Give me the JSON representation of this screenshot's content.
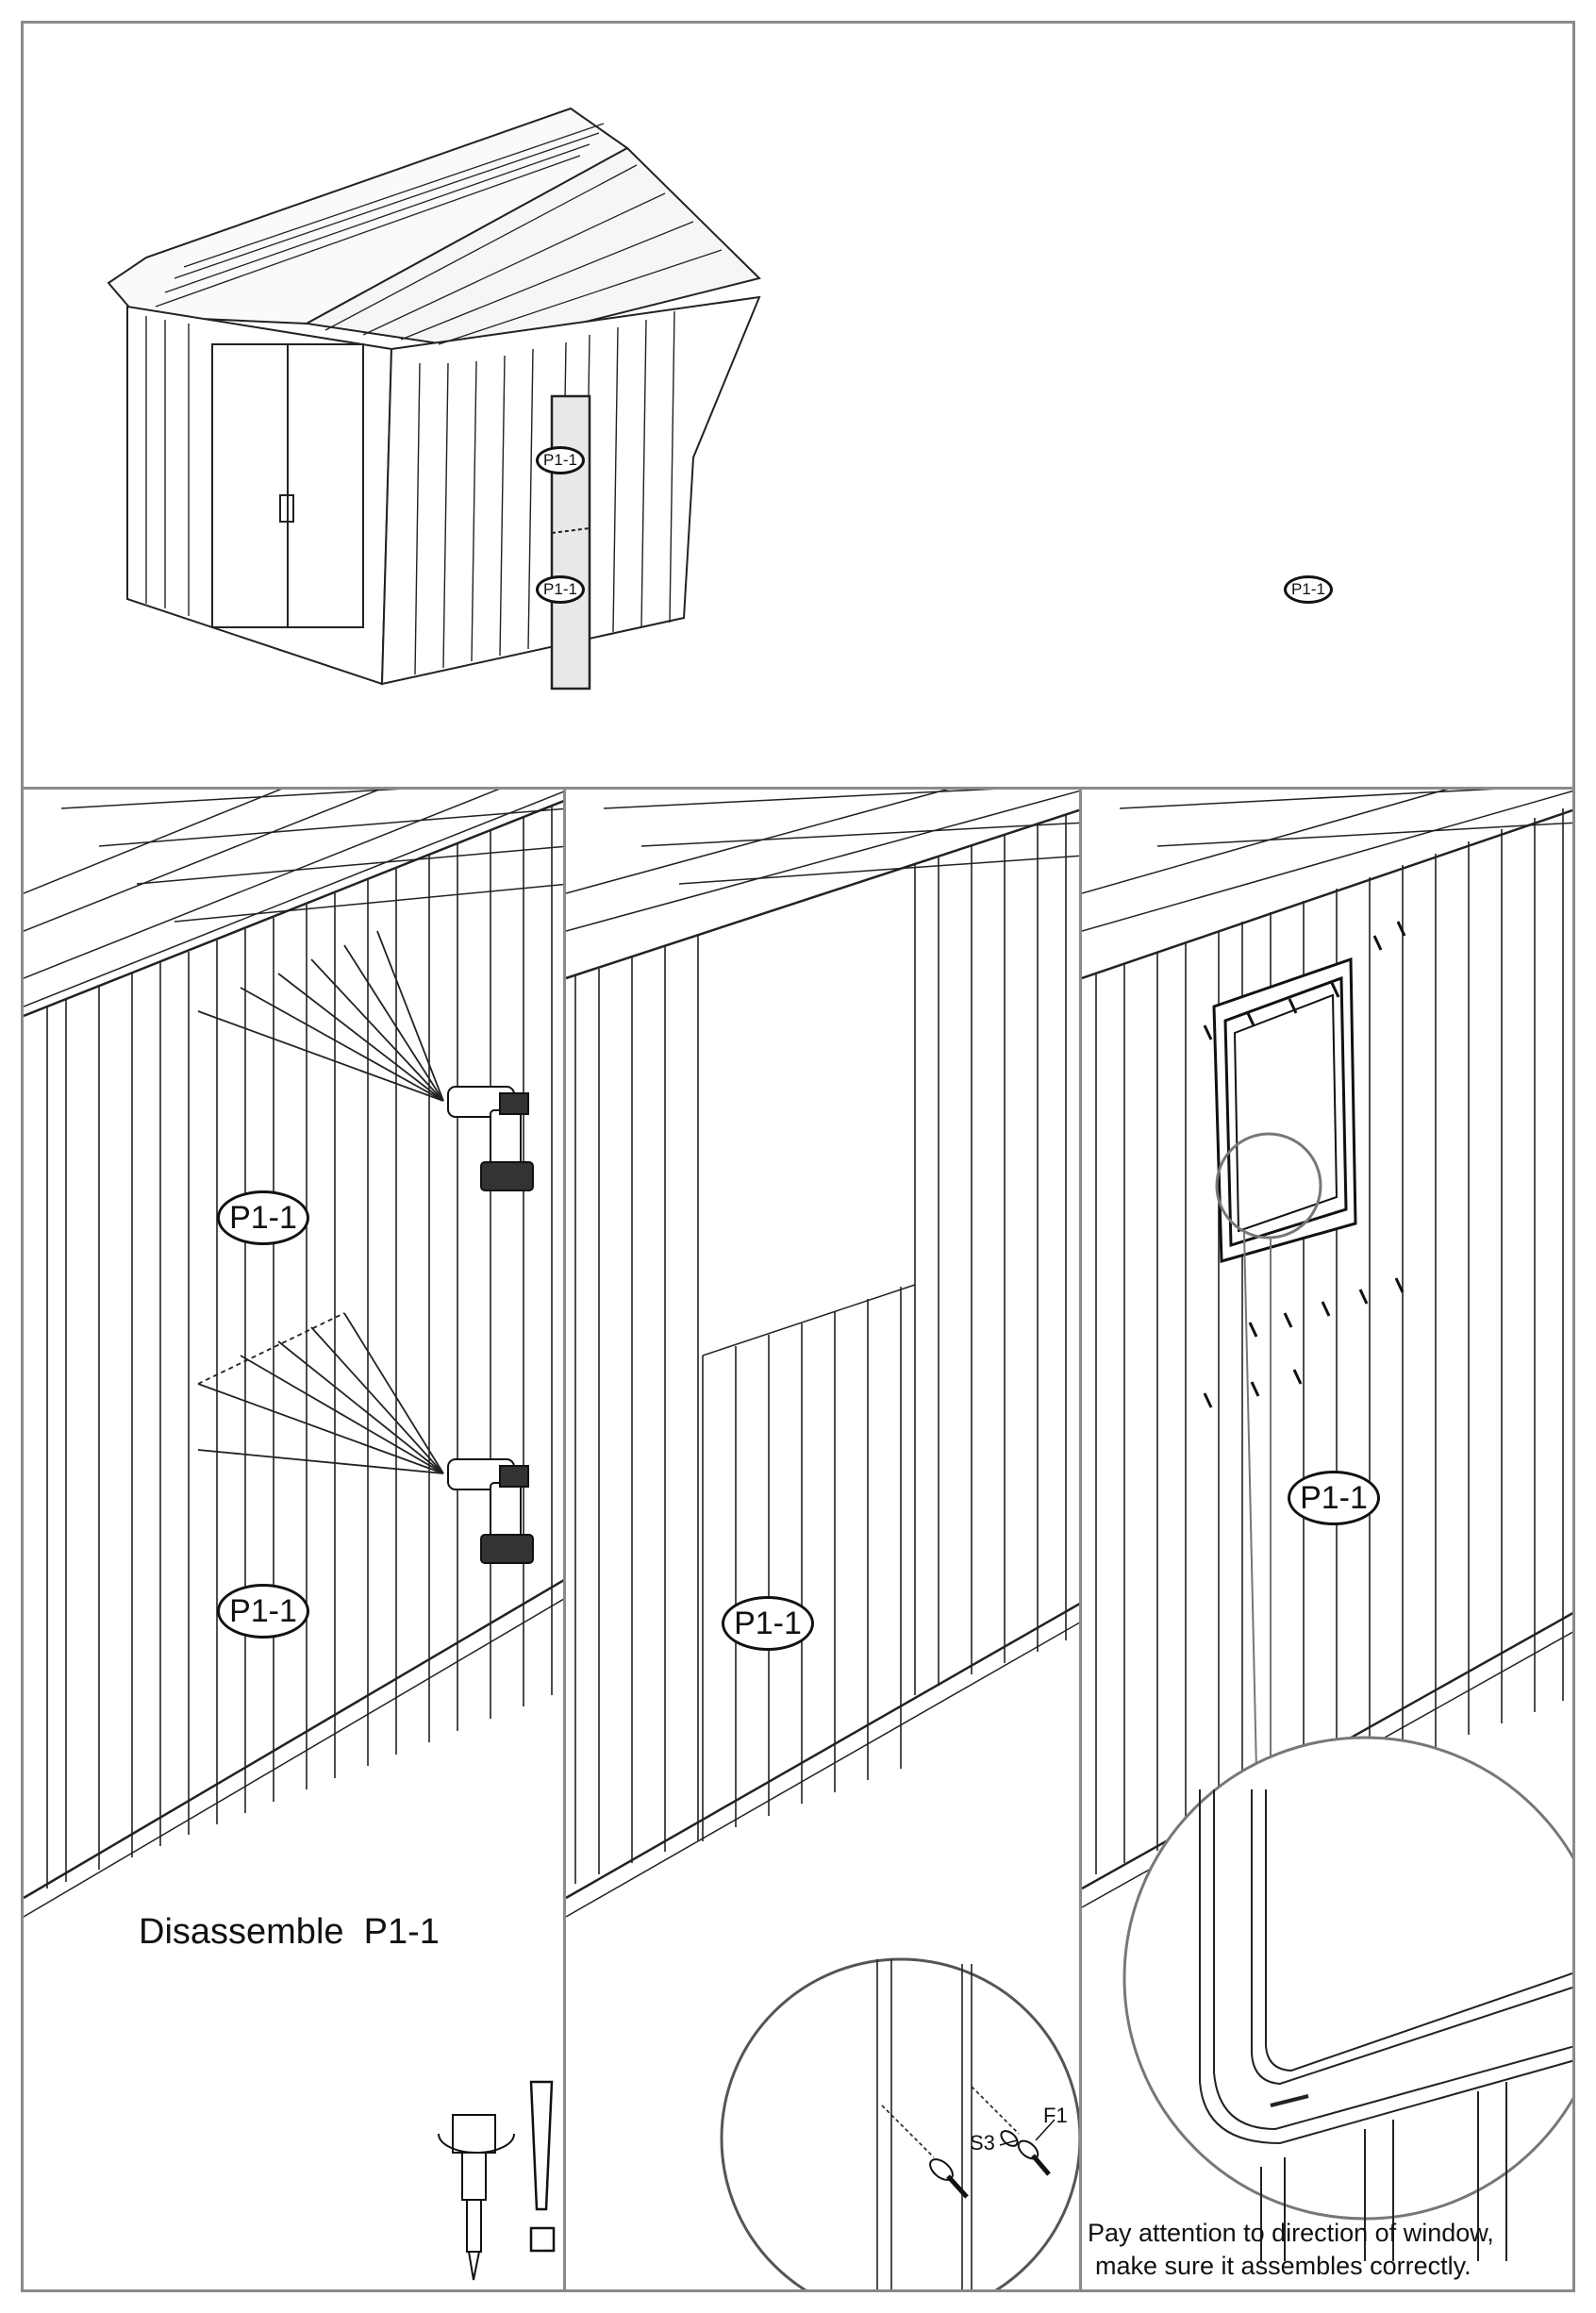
{
  "top": {
    "before_tags": [
      "P1-1",
      "P1-1"
    ],
    "after_tag": "P1-1"
  },
  "step1": {
    "tags": [
      "P1-1",
      "P1-1"
    ],
    "caption": "Disassemble  P1-1"
  },
  "step2": {
    "tag": "P1-1",
    "detail": {
      "screw_label": "S3",
      "washer_label": "F1"
    }
  },
  "step3": {
    "tag": "P1-1",
    "note_line1": "Pay attention to direction of window,",
    "note_line2": "make sure it assembles correctly."
  },
  "icons": [
    "arrow-right-icon",
    "drill-icon",
    "warning-exclamation-icon",
    "screw-icon",
    "washer-icon",
    "window-frame-icon",
    "magnifier-circle-icon"
  ]
}
